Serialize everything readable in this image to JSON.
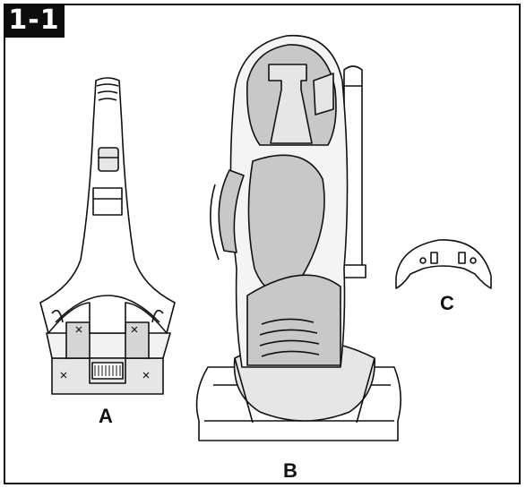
{
  "figure": {
    "step_label": "1-1",
    "parts": [
      {
        "id": "A",
        "label": "A",
        "icon": "hand-tool-icon"
      },
      {
        "id": "B",
        "label": "B",
        "icon": "upright-vacuum-icon"
      },
      {
        "id": "C",
        "label": "C",
        "icon": "bracket-clip-icon"
      }
    ],
    "colors": {
      "line": "#111111",
      "fill_light": "#e6e6e6",
      "fill_mid": "#c8c8c8",
      "badge": "#0d0d0d"
    }
  }
}
